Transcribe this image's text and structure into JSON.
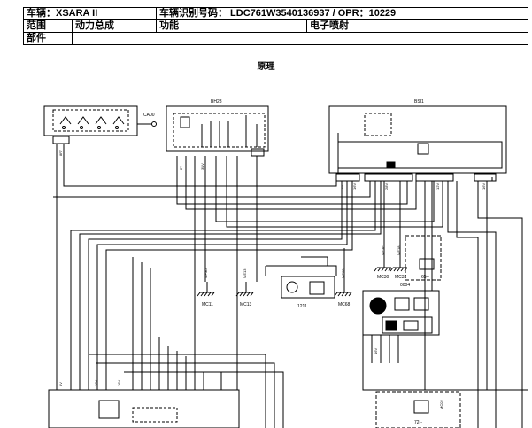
{
  "header": {
    "vehicle": "车辆：XSARA II",
    "vin": "车辆识别号码： LDC761W3540136937 / OPR：10229",
    "scope_label": "范围",
    "scope_value": "动力总成",
    "function_label": "功能",
    "function_value": "电子喷射",
    "parts_label": "部件"
  },
  "diagram": {
    "title": "原理",
    "components": {
      "ca00": "CA00",
      "bh28": "BH28",
      "bsi1": "BSI1",
      "c1211": "1211",
      "c0004": "0004",
      "c72": "72--",
      "c65": "65--"
    },
    "grounds": {
      "mc11": "MC11",
      "mc13": "MC13",
      "mc68": "MC68",
      "mc30": "MC30",
      "mc32": "MC32"
    }
  }
}
